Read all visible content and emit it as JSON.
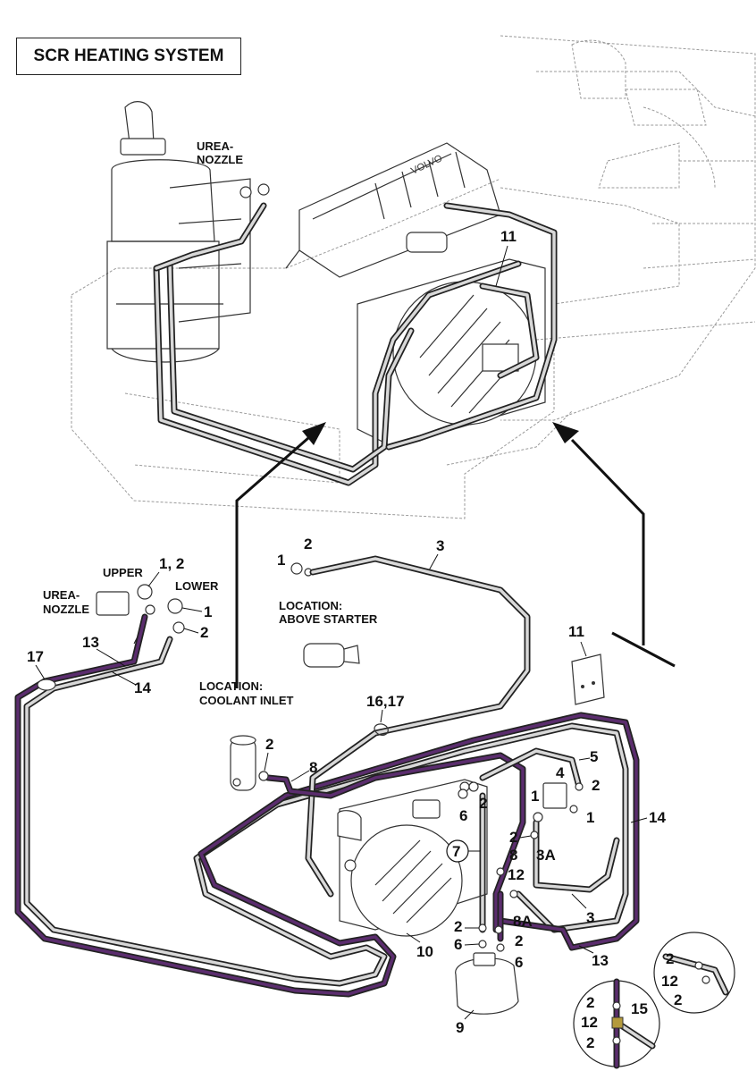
{
  "title": "SCR HEATING SYSTEM",
  "labels": {
    "urea_nozzle_top": [
      "UREA-",
      "NOZZLE"
    ],
    "urea_nozzle_side": [
      "UREA-",
      "NOZZLE"
    ],
    "upper": "UPPER",
    "lower": "LOWER",
    "loc_starter": [
      "LOCATION:",
      "ABOVE STARTER"
    ],
    "loc_coolant": [
      "LOCATION:",
      "COOLANT INLET"
    ]
  },
  "callouts": {
    "c11_top": "11",
    "c1_2": "1, 2",
    "c1_upper": "1",
    "c2_lower": "2",
    "c1_starter": "1",
    "c2_starter": "2",
    "c3_top": "3",
    "c11_module": "11",
    "c17": "17",
    "c13_left": "13",
    "c14_left": "14",
    "c16_17": "16,17",
    "c2_coolant": "2",
    "c8_coolant": "8",
    "c4": "4",
    "c5": "5",
    "c2_r1": "2",
    "c1_r1": "1",
    "c1_r2": "1",
    "c14_right": "14",
    "c6_a": "6",
    "c2_a": "2",
    "c7": "7",
    "c2_b": "2",
    "c8_b": "8",
    "c3a": "3A",
    "c12_a": "12",
    "c3_b": "3",
    "c8a": "8A",
    "c2_c": "2",
    "c6_b": "6",
    "c2_d": "2",
    "c6_c": "6",
    "c10": "10",
    "c13_b": "13",
    "c9": "9",
    "d1_2a": "2",
    "d1_12": "12",
    "d1_2b": "2",
    "d2_2a": "2",
    "d2_12": "12",
    "d2_15": "15",
    "d2_2b": "2"
  },
  "colors": {
    "purple_hose": "#5b2d6e",
    "gray_hose": "#d8d8d8",
    "outline": "#222222"
  }
}
